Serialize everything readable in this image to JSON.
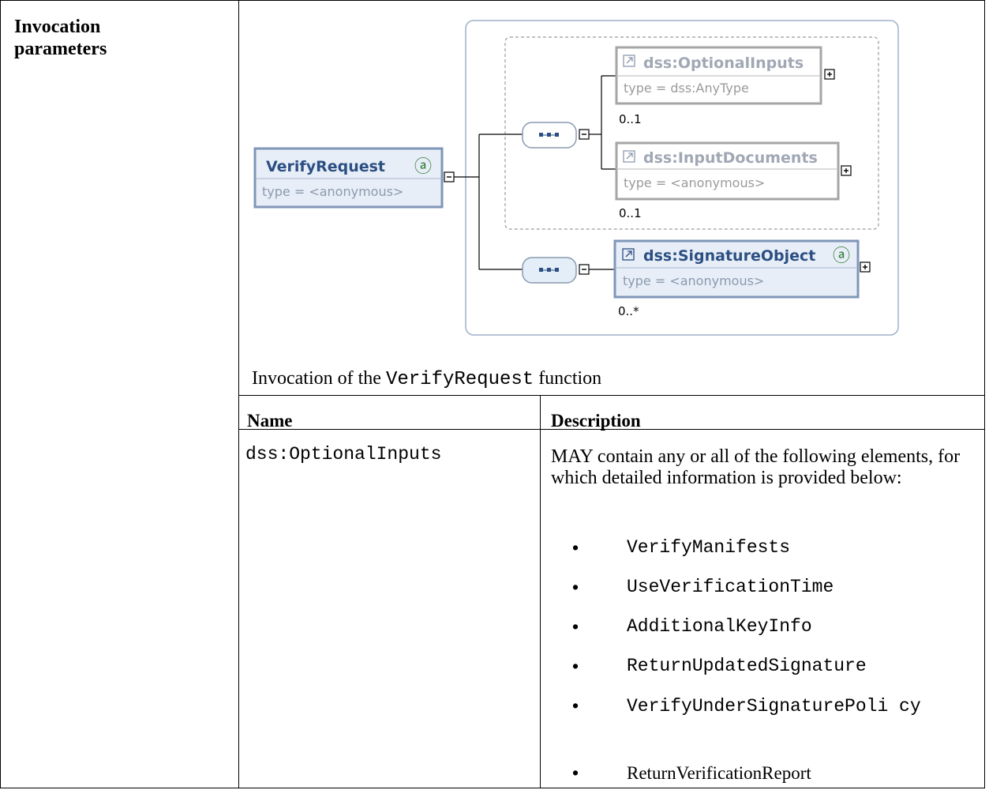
{
  "section": {
    "heading": "Invocation parameters"
  },
  "diagram": {
    "root": {
      "title": "VerifyRequest",
      "badge": "ⓐ",
      "type": "type = <anonymous>"
    },
    "optional_inputs": {
      "title": "dss:OptionalInputs",
      "type": "type = dss:AnyType",
      "occurs": "0..1"
    },
    "input_documents": {
      "title": "dss:InputDocuments",
      "type": "type = <anonymous>",
      "occurs": "0..1"
    },
    "signature_object": {
      "title": "dss:SignatureObject",
      "badge": "ⓐ",
      "type": "type = <anonymous>",
      "occurs": "0..*"
    }
  },
  "caption": {
    "prefix": "Invocation of the ",
    "code": "VerifyRequest",
    "suffix": " function"
  },
  "table": {
    "headers": [
      "Name",
      "Description"
    ],
    "rows": [
      {
        "name": "dss:OptionalInputs",
        "description": "MAY contain any or all of the following elements, for which detailed information is provided below:",
        "bullets": [
          "VerifyManifests",
          "UseVerificationTime",
          "AdditionalKeyInfo",
          "ReturnUpdatedSignature",
          "VerifyUnderSignaturePoli cy",
          "ReturnVerificationReport"
        ]
      }
    ]
  }
}
